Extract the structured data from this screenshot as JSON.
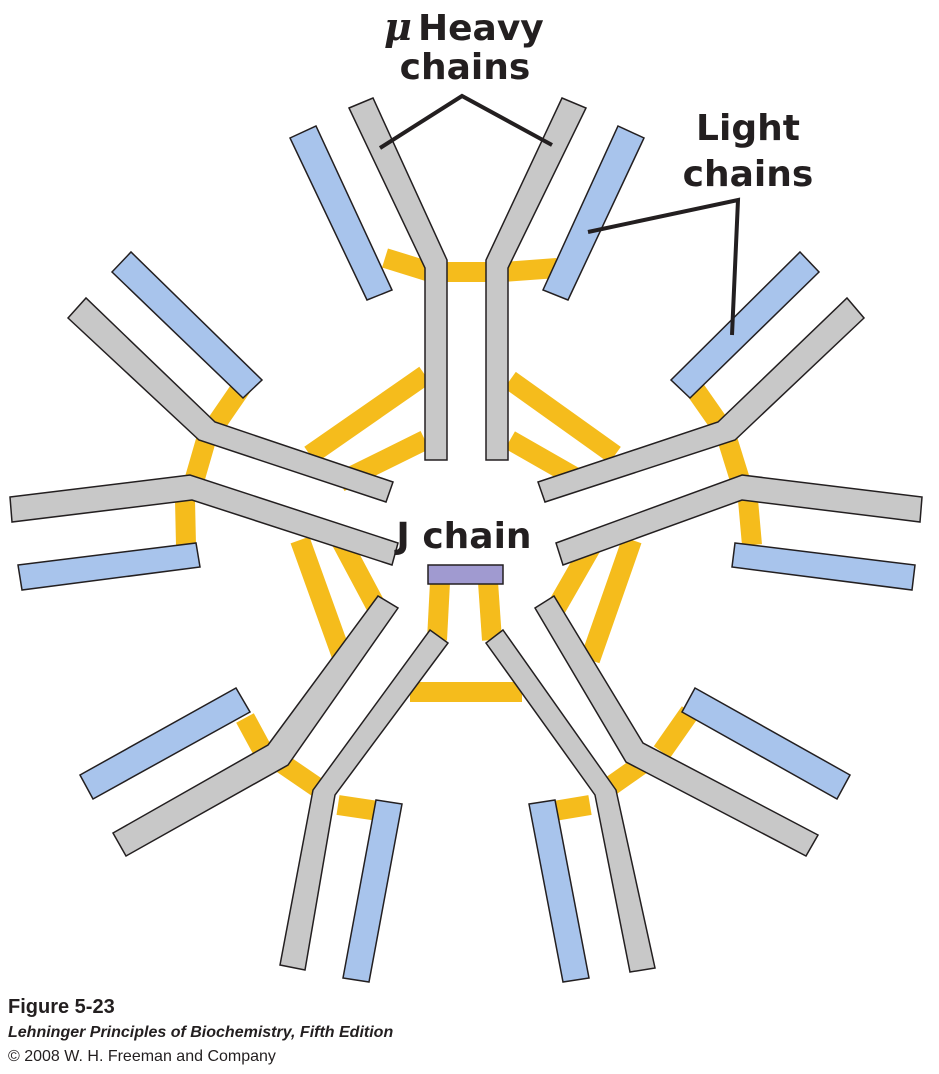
{
  "figure": {
    "number": "Figure 5-23",
    "book": "Lehninger Principles of Biochemistry, Fifth Edition",
    "copyright": "© 2008 W. H. Freeman and Company"
  },
  "labels": {
    "heavy_symbol": "μ",
    "heavy_line1": "Heavy",
    "heavy_line2": "chains",
    "light_line1": "Light",
    "light_line2": "chains",
    "j_chain": "J chain"
  },
  "colors": {
    "heavy_chain": "#c8c8c8",
    "light_chain": "#a8c4ec",
    "disulfide_bond": "#f5bc1c",
    "j_chain": "#a09ad0",
    "outline": "#231f20"
  }
}
